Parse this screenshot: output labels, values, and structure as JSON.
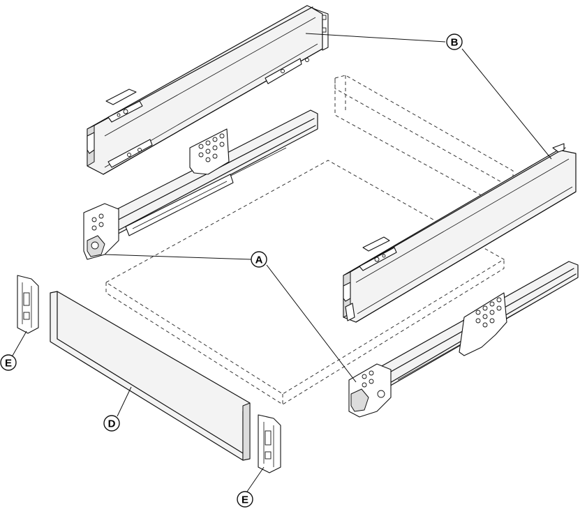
{
  "callouts": {
    "A": "A",
    "B": "B",
    "D": "D",
    "E_left": "E",
    "E_bottom": "E"
  }
}
